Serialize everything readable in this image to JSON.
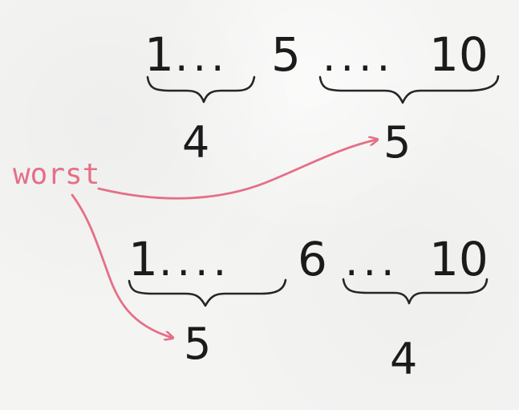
{
  "diagram": {
    "top_row": {
      "start": "1",
      "left_dots": "...",
      "pivot": "5",
      "right_dots": "....",
      "end": "10",
      "left_count": "4",
      "right_count": "5"
    },
    "bottom_row": {
      "start": "1",
      "left_dots": "....",
      "pivot": "6",
      "right_dots": "...",
      "end": "10",
      "left_count": "5",
      "right_count": "4"
    },
    "annotation": "worst",
    "colors": {
      "ink": "#1b1b1b",
      "annotation": "#e46f86",
      "paper": "#f4f4f3"
    }
  }
}
